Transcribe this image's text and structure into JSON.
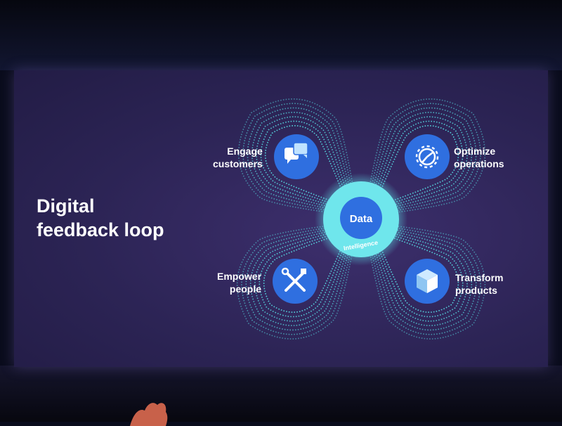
{
  "slide": {
    "title_line1": "Digital",
    "title_line2": "feedback loop"
  },
  "hub": {
    "label": "Data",
    "ring_label": "Intelligence"
  },
  "nodes": {
    "engage": {
      "line1": "Engage",
      "line2": "customers",
      "icon": "chat-bubbles-icon"
    },
    "optimize": {
      "line1": "Optimize",
      "line2": "operations",
      "icon": "gear-icon"
    },
    "empower": {
      "line1": "Empower",
      "line2": "people",
      "icon": "tools-icon"
    },
    "transform": {
      "line1": "Transform",
      "line2": "products",
      "icon": "cube-icon"
    }
  },
  "colors": {
    "accent_blue": "#2f6fe0",
    "hub_cyan": "#5ee0e8",
    "loop_cyan": "#56d8e0",
    "slide_bg": "#2c2455"
  }
}
